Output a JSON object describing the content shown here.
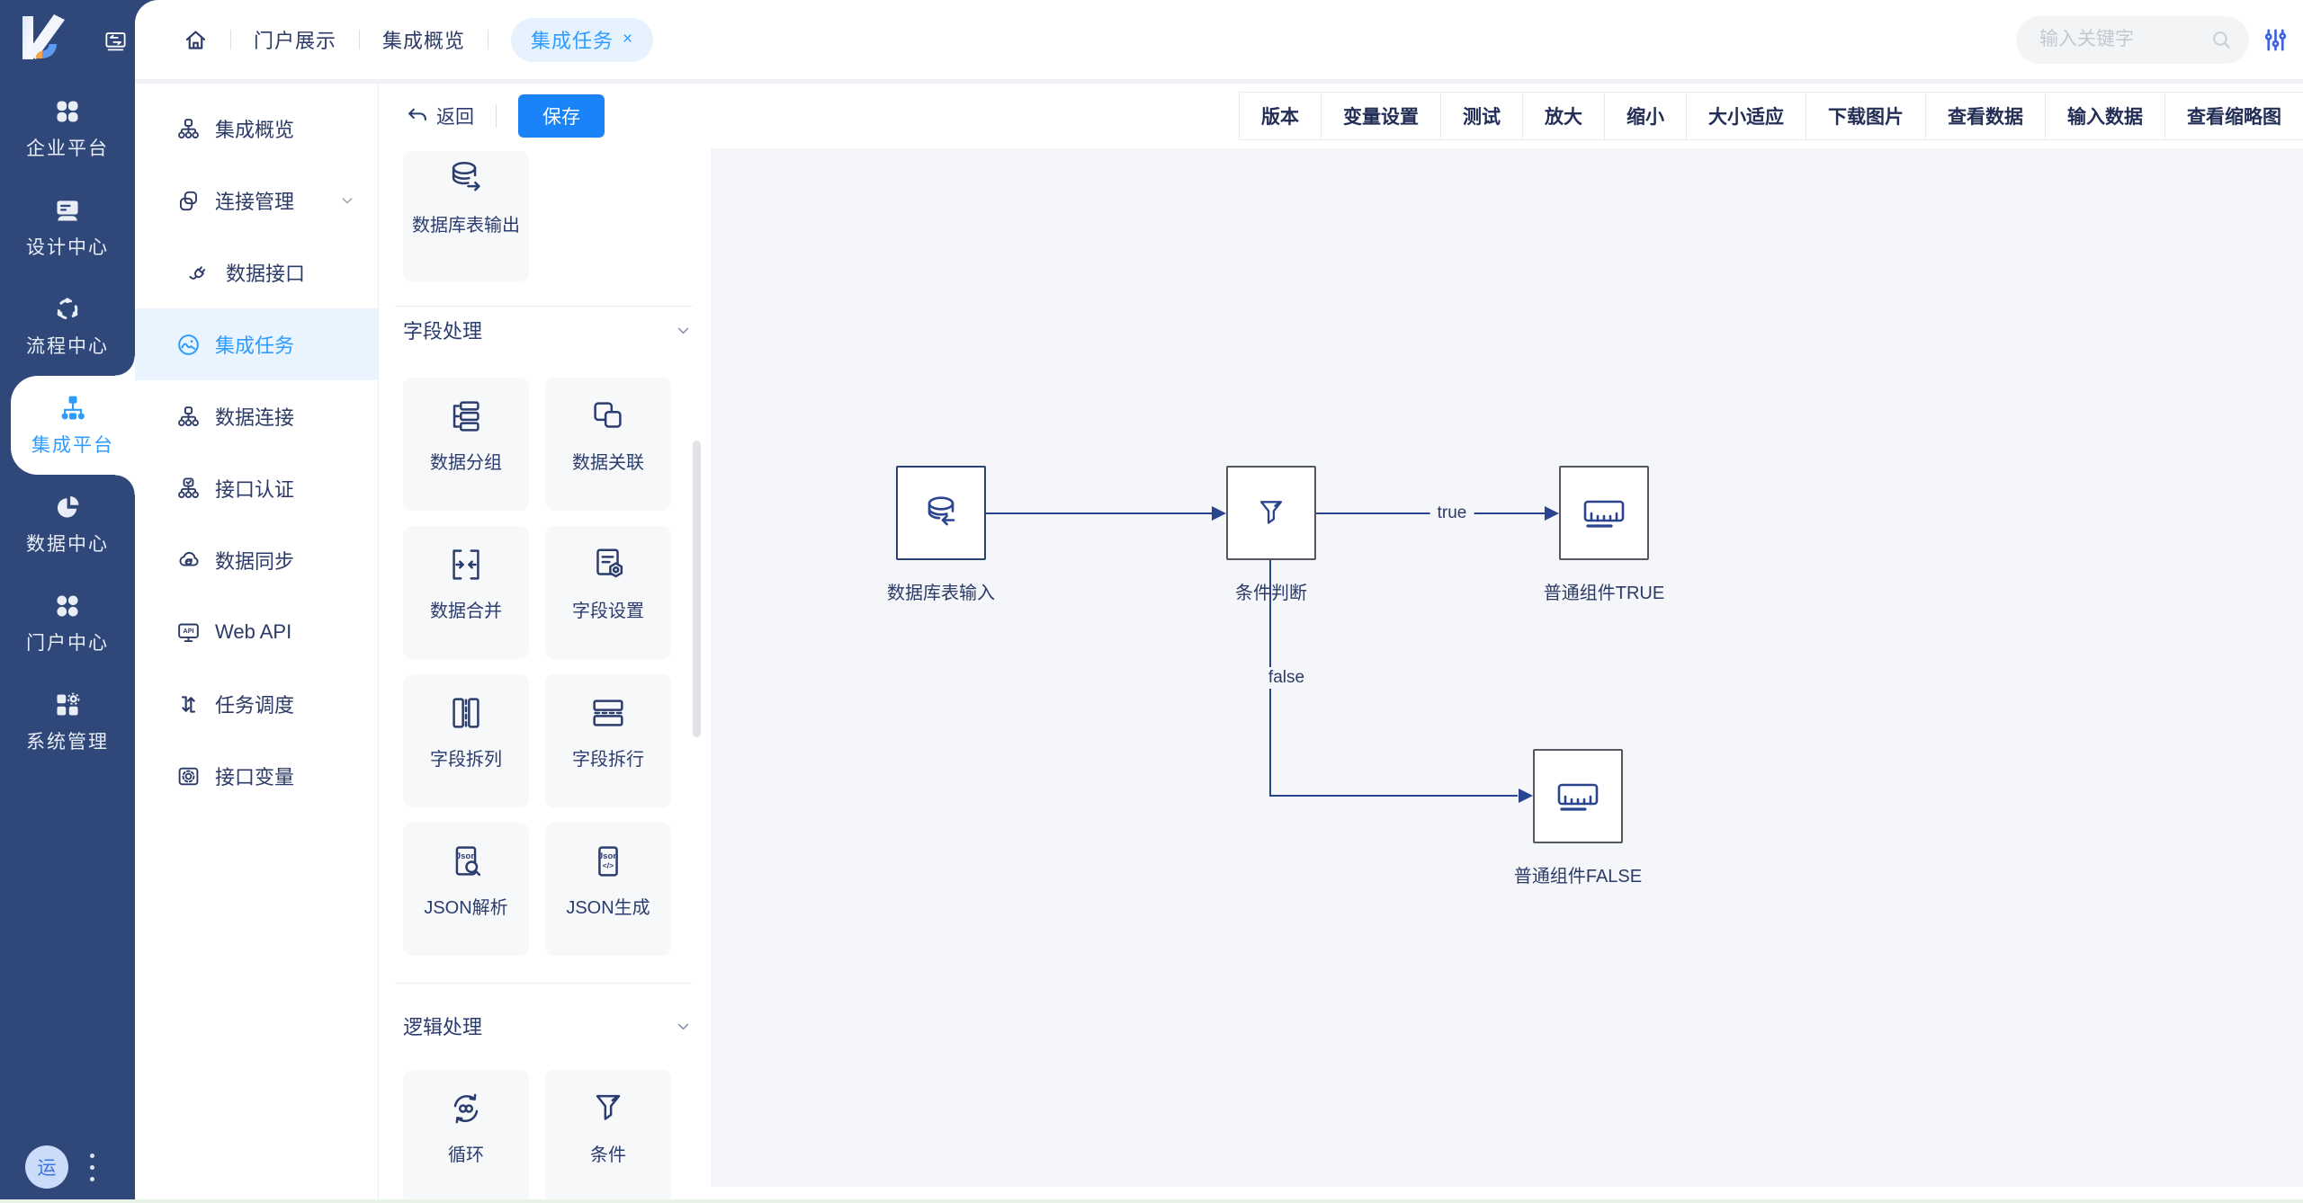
{
  "topbar": {
    "tabs": [
      {
        "label": "门户展示"
      },
      {
        "label": "集成概览"
      },
      {
        "label": "集成任务",
        "close": "×",
        "active": true
      }
    ],
    "search": {
      "placeholder": "输入关键字"
    }
  },
  "sidebar": {
    "items": [
      {
        "label": "企业平台"
      },
      {
        "label": "设计中心"
      },
      {
        "label": "流程中心"
      },
      {
        "label": "集成平台",
        "active": true
      },
      {
        "label": "数据中心"
      },
      {
        "label": "门户中心"
      },
      {
        "label": "系统管理"
      }
    ],
    "avatar": "运"
  },
  "secondary_nav": {
    "items": [
      {
        "label": "集成概览"
      },
      {
        "label": "连接管理",
        "expanded": true
      },
      {
        "label": "数据接口",
        "child": true
      },
      {
        "label": "集成任务",
        "child": true,
        "active": true
      },
      {
        "label": "数据连接"
      },
      {
        "label": "接口认证"
      },
      {
        "label": "数据同步"
      },
      {
        "label": "Web API"
      },
      {
        "label": "任务调度"
      },
      {
        "label": "接口变量"
      }
    ]
  },
  "palette": {
    "back": "返回",
    "save": "保存",
    "scrolled_item": {
      "label": "数据库表输出"
    },
    "sections": [
      {
        "title": "字段处理",
        "items": [
          {
            "label": "数据分组"
          },
          {
            "label": "数据关联"
          },
          {
            "label": "数据合并"
          },
          {
            "label": "字段设置"
          },
          {
            "label": "字段拆列"
          },
          {
            "label": "字段拆行"
          },
          {
            "label": "JSON解析"
          },
          {
            "label": "JSON生成"
          }
        ]
      },
      {
        "title": "逻辑处理",
        "items": [
          {
            "label": "循环"
          },
          {
            "label": "条件"
          }
        ]
      }
    ]
  },
  "canvas_toolbar": {
    "buttons": [
      {
        "label": "版本"
      },
      {
        "label": "变量设置"
      },
      {
        "label": "测试"
      },
      {
        "label": "放大"
      },
      {
        "label": "缩小"
      },
      {
        "label": "大小适应"
      },
      {
        "label": "下载图片"
      },
      {
        "label": "查看数据"
      },
      {
        "label": "输入数据"
      },
      {
        "label": "查看缩略图"
      }
    ]
  },
  "flow": {
    "nodes": [
      {
        "label": "数据库表输入",
        "type": "db-input"
      },
      {
        "label": "条件判断",
        "type": "condition"
      },
      {
        "label": "普通组件TRUE",
        "type": "component"
      },
      {
        "label": "普通组件FALSE",
        "type": "component"
      }
    ],
    "edge_labels": {
      "true_branch": "true",
      "false_branch": "false"
    }
  },
  "colors": {
    "accent": "#2E9CFF",
    "save_button": "#1A83F8",
    "sidebar_bg": "#2F4779",
    "icon_navy": "#2B3C6E",
    "edge": "#2B4490",
    "canvas_bg": "#F5F6FA",
    "active_item_bg": "#EAF4FF"
  }
}
